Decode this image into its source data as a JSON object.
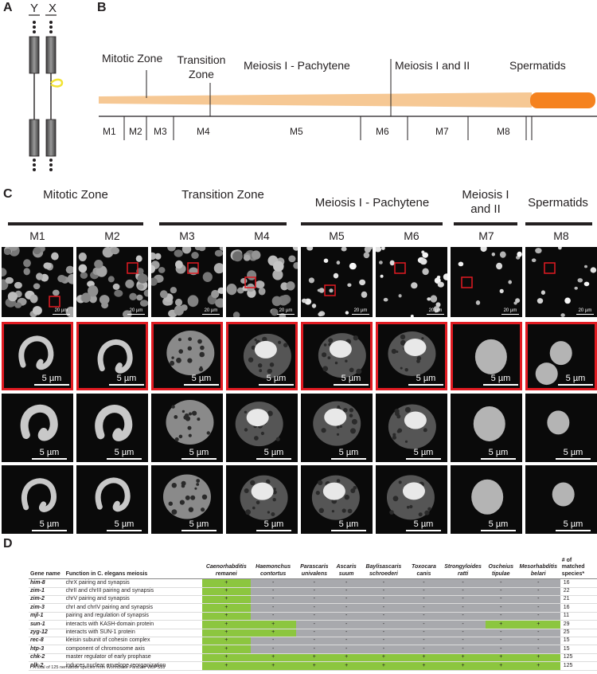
{
  "panel_labels": {
    "a": "A",
    "b": "B",
    "c": "C",
    "d": "D"
  },
  "panel_a": {
    "label_y": "Y",
    "label_x": "X",
    "colors": {
      "chromosome": "#5a5a5a",
      "loop": "#f2e332"
    }
  },
  "panel_b": {
    "stages": [
      "Mitotic Zone",
      "Transition Zone",
      "Meiosis I - Pachytene",
      "Meiosis I and II",
      "Spermatids"
    ],
    "regions": [
      "M1",
      "M2",
      "M3",
      "M4",
      "M5",
      "M6",
      "M7",
      "M8"
    ],
    "colors": {
      "gonad": "#f6c894",
      "spermatids": "#f5821f"
    }
  },
  "panel_c": {
    "stages": [
      "Mitotic Zone",
      "Transition Zone",
      "Meiosis I - Pachytene",
      "Meiosis I and II",
      "Spermatids"
    ],
    "columns": [
      "M1",
      "M2",
      "M3",
      "M4",
      "M5",
      "M6",
      "M7",
      "M8"
    ],
    "overview_scale": "20 µm",
    "detail_scale": "5 µm",
    "highlight_color": "#e11b22"
  },
  "panel_d": {
    "headers": {
      "gene": "Gene name",
      "function": "Function in C. elegans meiosis",
      "count": "# of matched species*"
    },
    "species": [
      "Caenorhabditis remanei",
      "Haemonchus contortus",
      "Parascaris univalens",
      "Ascaris suum",
      "Baylisascaris schroederi",
      "Toxocara canis",
      "Strongyloides ratti",
      "Oscheius tipulae",
      "Mesorhabditis belari"
    ],
    "rows": [
      {
        "gene": "him-8",
        "function": "chrX pairing and synapsis",
        "marks": [
          "+",
          "-",
          "-",
          "-",
          "-",
          "-",
          "-",
          "-",
          "-"
        ],
        "count": "16"
      },
      {
        "gene": "zim-1",
        "function": "chrII and chrIII pairing and synapsis",
        "marks": [
          "+",
          "-",
          "-",
          "-",
          "-",
          "-",
          "-",
          "-",
          "-"
        ],
        "count": "22"
      },
      {
        "gene": "zim-2",
        "function": "chrV pairing and synapsis",
        "marks": [
          "+",
          "-",
          "-",
          "-",
          "-",
          "-",
          "-",
          "-",
          "-"
        ],
        "count": "21"
      },
      {
        "gene": "zim-3",
        "function": "chrI and chrIV pairing and synapsis",
        "marks": [
          "+",
          "-",
          "-",
          "-",
          "-",
          "-",
          "-",
          "-",
          "-"
        ],
        "count": "16"
      },
      {
        "gene": "mjl-1",
        "function": "pairing and regulation of synapsis",
        "marks": [
          "+",
          "-",
          "-",
          "-",
          "-",
          "-",
          "-",
          "-",
          "-"
        ],
        "count": "11"
      },
      {
        "gene": "sun-1",
        "function": "interacts with KASH-domain protein",
        "marks": [
          "+",
          "+",
          "-",
          "-",
          "-",
          "-",
          "-",
          "+",
          "+"
        ],
        "count": "29"
      },
      {
        "gene": "zyg-12",
        "function": "interacts with SUN-1 protein",
        "marks": [
          "+",
          "+",
          "-",
          "-",
          "-",
          "-",
          "-",
          "-",
          "-"
        ],
        "count": "25"
      },
      {
        "gene": "rec-8",
        "function": "kleisin subunit of cohesin complex",
        "marks": [
          "+",
          "-",
          "-",
          "-",
          "-",
          "-",
          "-",
          "-",
          "-"
        ],
        "count": "15"
      },
      {
        "gene": "htp-3",
        "function": "component of chromosome axis",
        "marks": [
          "+",
          "-",
          "-",
          "-",
          "-",
          "-",
          "-",
          "-",
          "-"
        ],
        "count": "15"
      },
      {
        "gene": "chk-2",
        "function": "master regulator of early prophase",
        "marks": [
          "+",
          "+",
          "+",
          "+",
          "+",
          "+",
          "+",
          "+",
          "+"
        ],
        "count": "125"
      },
      {
        "gene": "plk-2",
        "function": "induces nuclear envelope reorganization",
        "marks": [
          "+",
          "+",
          "+",
          "+",
          "+",
          "+",
          "+",
          "+",
          "+"
        ],
        "count": "125"
      }
    ],
    "footnote": "* A total of 125 nematode species from WormBase ParaSite WBPS18",
    "colors": {
      "present": "#8cc63f",
      "absent": "#a8a9ad"
    }
  }
}
